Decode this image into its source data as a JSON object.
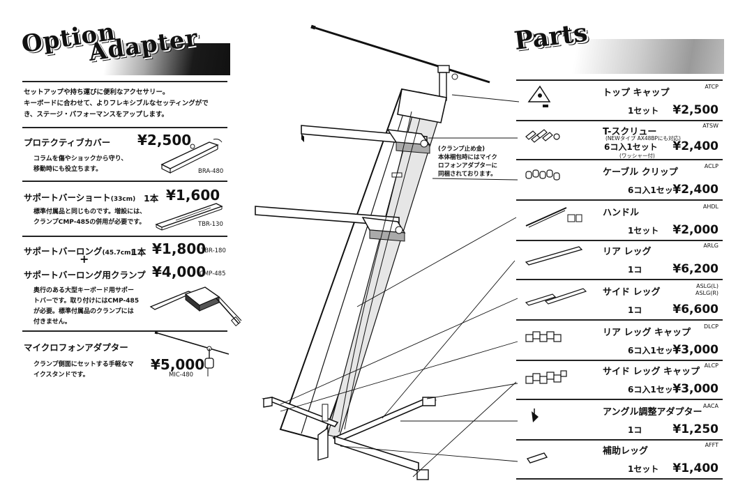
{
  "option": {
    "title_line1": "Option",
    "title_line2": "Adapter",
    "intro": [
      "セットアップや持ち運びに便利なアクセサリー。",
      "キーボードに合わせて、よりフレキシブルなセッティングがで",
      "き、ステージ・パフォーマンスをアップします。"
    ],
    "items": [
      {
        "name": "プロテクティブカバー",
        "price": "¥2,500",
        "desc": [
          "コラムを傷やショックから守り、",
          "移動時にも役立ちます。"
        ],
        "code": "BRA-480"
      },
      {
        "name": "サポートバーショート",
        "size": "(33cm)",
        "qty": "1本",
        "price": "¥1,600",
        "desc": [
          "標準付属品と同じものです。増設には、",
          "クランプCMP-485の併用が必要です。"
        ],
        "code": "TBR-130"
      },
      {
        "name": "サポートバーロング",
        "size": "(45.7cm)",
        "qty": "1本",
        "price": "¥1,800",
        "code": "TBR-180"
      },
      {
        "plus": "+",
        "name": "サポートバーロング用クランプ",
        "price": "¥4,000",
        "code": "CMP-485",
        "desc": [
          "奥行のある大型キーボード用サポー",
          "トバーです。取り付けにはCMP-485",
          "が必要。標準付属品のクランプには",
          "付きません。"
        ]
      },
      {
        "name": "マイクロフォンアダプター",
        "price": "¥5,000",
        "desc": [
          "クランプ側面にセットする手軽なマ",
          "イクスタンドです。"
        ],
        "code": "MIC-480"
      }
    ]
  },
  "callout": {
    "line1": "(クランプ止め金)",
    "line2": "本体梱包時にはマイク",
    "line3": "ロフォンアダプターに",
    "line4": "同梱されております。"
  },
  "parts": {
    "title": "Parts",
    "items": [
      {
        "name": "トップ キャップ",
        "code": "ATCP",
        "qty": "1セット",
        "price": "¥2,500"
      },
      {
        "name": "T-スクリュー",
        "code": "ATSW",
        "note": "(NEWタイプ AX48BPにも対応)",
        "qty": "6コ入1セット",
        "note2": "(ワッシャー付)",
        "price": "¥2,400"
      },
      {
        "name": "ケーブル クリップ",
        "code": "ACLP",
        "qty": "6コ入1セット",
        "price": "¥2,400"
      },
      {
        "name": "ハンドル",
        "code": "AHDL",
        "qty": "1セット",
        "price": "¥2,000"
      },
      {
        "name": "リア レッグ",
        "code": "ARLG",
        "qty": "1コ",
        "price": "¥6,200"
      },
      {
        "name": "サイド レッグ",
        "code": "ASLG(L)",
        "code2": "ASLG(R)",
        "qty": "1コ",
        "price": "¥6,600"
      },
      {
        "name": "リア レッグ キャップ",
        "code": "DLCP",
        "qty": "6コ入1セット",
        "price": "¥3,000"
      },
      {
        "name": "サイド レッグ キャップ",
        "code": "ALCP",
        "qty": "6コ入1セット",
        "price": "¥3,000"
      },
      {
        "name": "アングル調整アダプター",
        "code": "AACA",
        "qty": "1コ",
        "price": "¥1,250"
      },
      {
        "name": "補助レッグ",
        "code": "AFFT",
        "qty": "1セット",
        "price": "¥1,400"
      }
    ]
  }
}
